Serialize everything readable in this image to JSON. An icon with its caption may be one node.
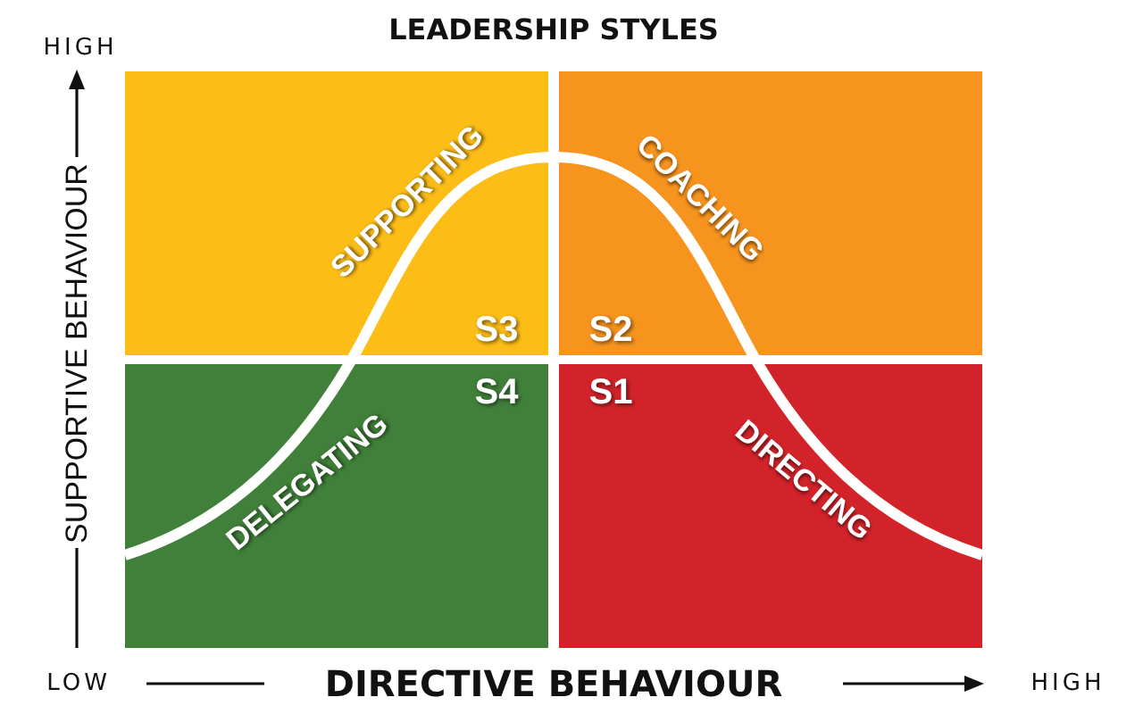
{
  "diagram": {
    "title": "LEADERSHIP STYLES",
    "nodes": [
      {
        "text": [
          "SUPPORTING",
          "S3"
        ]
      },
      {
        "text": [
          "COACHING",
          "S2"
        ]
      },
      {
        "text": [
          "DELEGATING",
          "S4"
        ]
      },
      {
        "text": [
          "DIRECTING",
          "S1"
        ]
      }
    ],
    "labels": [
      "HIGH",
      "SUPPORTIVE BEHAVIOUR",
      "LOW",
      "DIRECTIVE BEHAVIOUR",
      "HIGH"
    ]
  }
}
